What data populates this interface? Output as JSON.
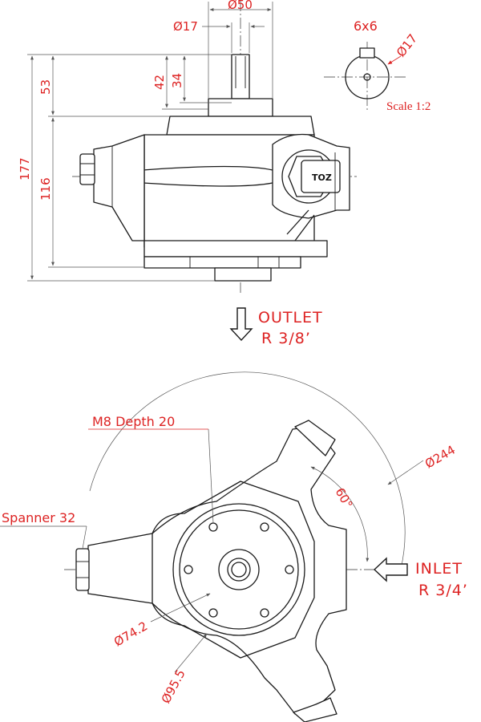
{
  "front_view": {
    "dimensions": {
      "shaft_flange_diameter": "Ø50",
      "shaft_diameter": "Ø17",
      "total_height": "177",
      "shaft_height": "53",
      "body_height": "116",
      "key_length": "42",
      "key_offset": "34"
    },
    "logo_text": "TOZ",
    "outlet_line1": "OUTLET",
    "outlet_line2": "R 3/8’"
  },
  "shaft_section": {
    "key_label": "6x6",
    "diameter": "Ø17",
    "scale_note": "Scale 1:2"
  },
  "top_view": {
    "thread_callout": "M8 Depth 20",
    "spanner_label": "Spanner 32",
    "outer_diameter": "Ø244",
    "angle": "60°",
    "bolt_circle_diameter": "Ø74.2",
    "flange_diameter": "Ø95.5",
    "inlet_line1": "INLET",
    "inlet_line2": "R 3/4’"
  }
}
